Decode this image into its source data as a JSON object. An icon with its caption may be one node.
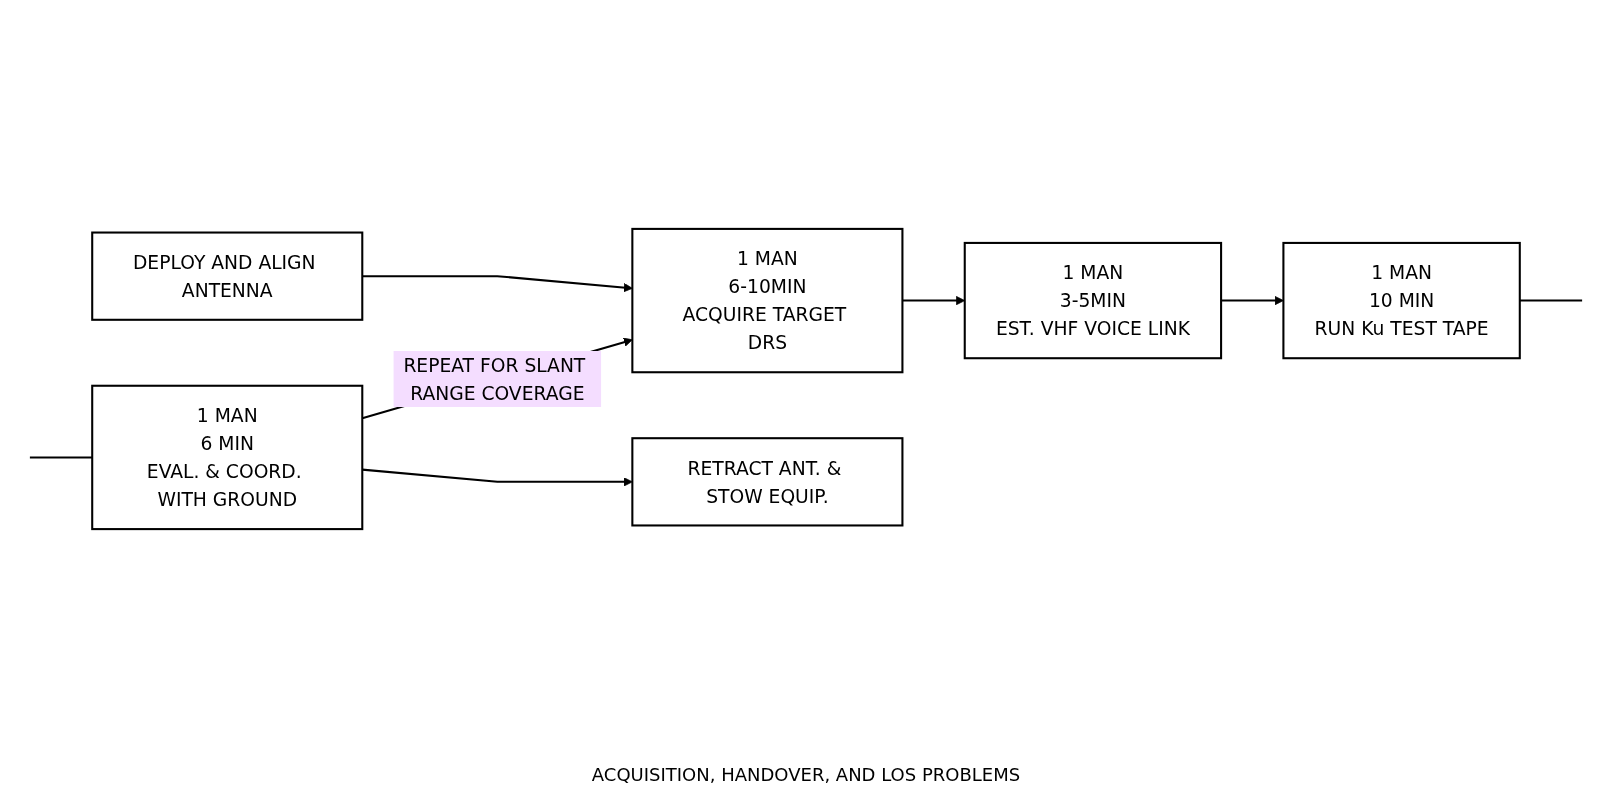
{
  "diagram": {
    "nodes": [
      {
        "text": [
          "DEPLOY AND ALIGN ANTENNA"
        ]
      },
      {
        "text": [
          "1 MAN",
          "6-10MIN",
          "ACQUIRE TARGET DRS"
        ]
      },
      {
        "text": [
          "1 MAN",
          "3-5MIN",
          "EST. VHF VOICE LINK"
        ]
      },
      {
        "text": [
          "1 MAN",
          "10 MIN",
          "RUN Ku TEST TAPE"
        ]
      },
      {
        "text": [
          "1 MAN",
          "6 MIN",
          "EVAL. & COORD. WITH GROUND"
        ]
      },
      {
        "text": [
          "RETRACT ANT. & STOW EQUIP."
        ]
      }
    ],
    "edges": [
      {
        "from": 0,
        "to": 1,
        "arrow": "to"
      },
      {
        "from": 1,
        "to": 2,
        "arrow": "to"
      },
      {
        "from": 2,
        "to": 3,
        "arrow": "to"
      },
      {
        "from": 3,
        "to": null,
        "arrow": "none"
      },
      {
        "from": null,
        "to": 4,
        "arrow": "none"
      },
      {
        "from": 4,
        "to": 1,
        "arrow": "to",
        "label": "REPEAT FOR SLANT RANGE COVERAGE"
      },
      {
        "from": 4,
        "to": 5,
        "arrow": "to"
      }
    ],
    "labels": [
      "ACQUISITION, HANDOVER, AND LOS PROBLEMS"
    ]
  }
}
